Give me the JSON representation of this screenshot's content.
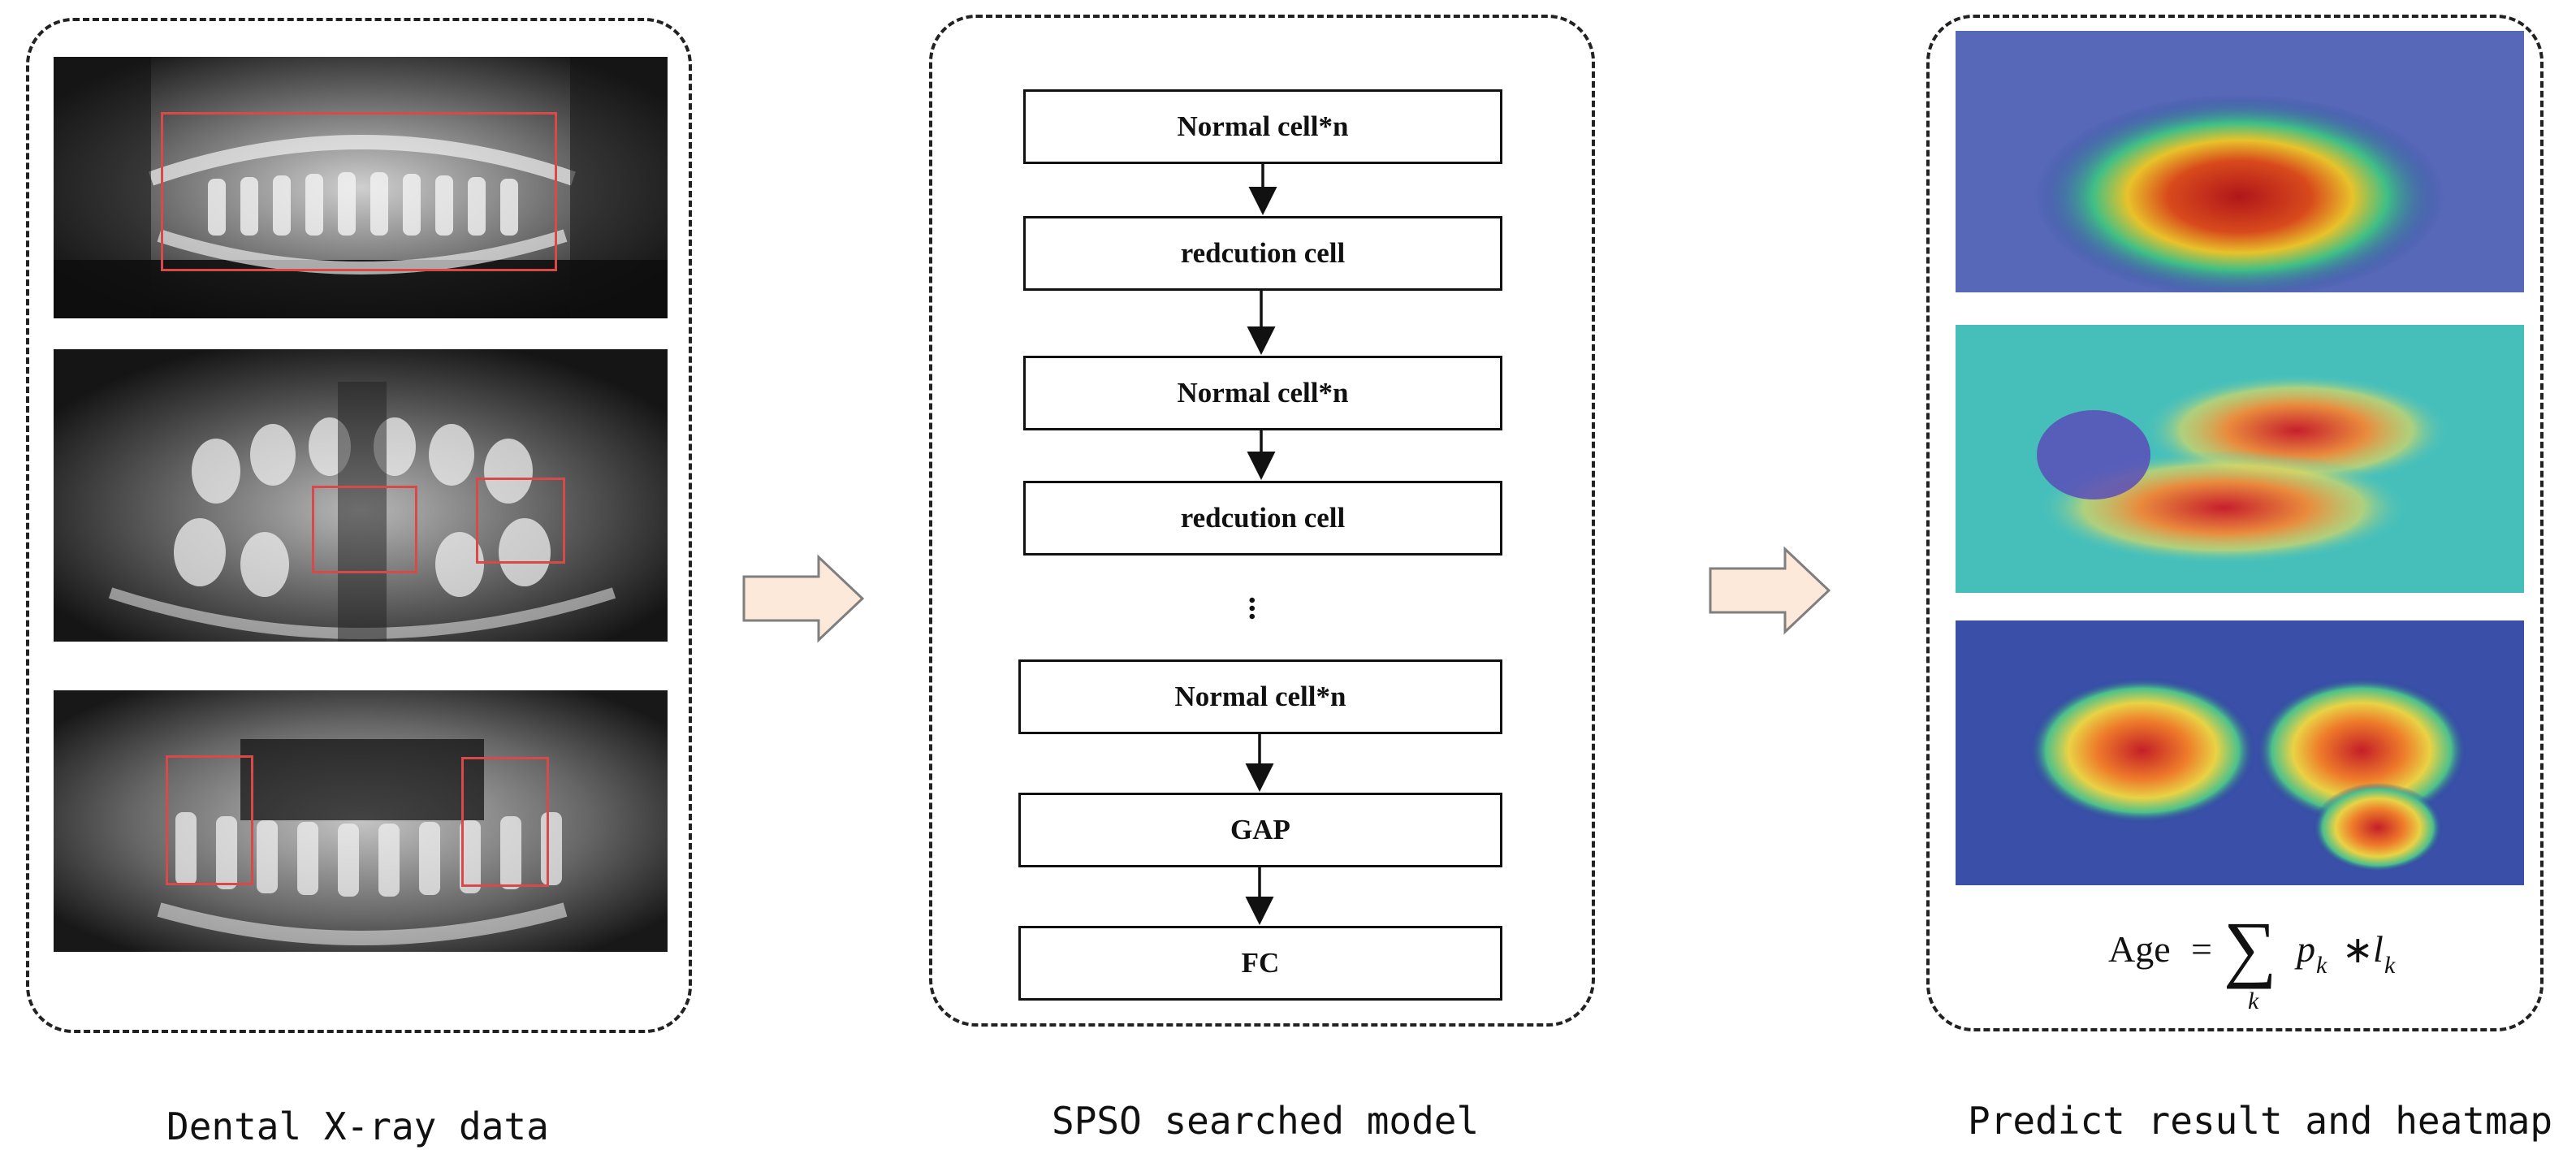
{
  "panels": {
    "left": {
      "caption": "Dental X-ray data"
    },
    "middle": {
      "caption": "SPSO searched model",
      "nodes": [
        "Normal cell*n",
        "redcution cell",
        "Normal cell*n",
        "redcution cell",
        "...",
        "Normal cell*n",
        "GAP",
        "FC"
      ]
    },
    "right": {
      "caption": "Predict result and heatmap",
      "formula": {
        "lhs": "Age",
        "eq": "=",
        "sum_symbol": "∑",
        "sum_index": "k",
        "p": "p",
        "p_sub": "k",
        "times": "∗",
        "l": "l",
        "l_sub": "k"
      }
    }
  },
  "colors": {
    "roi_box": "#d84a4a",
    "flow_arrow_fill": "#fde9d9",
    "flow_arrow_stroke": "#7f7f7f",
    "border": "#222222"
  }
}
